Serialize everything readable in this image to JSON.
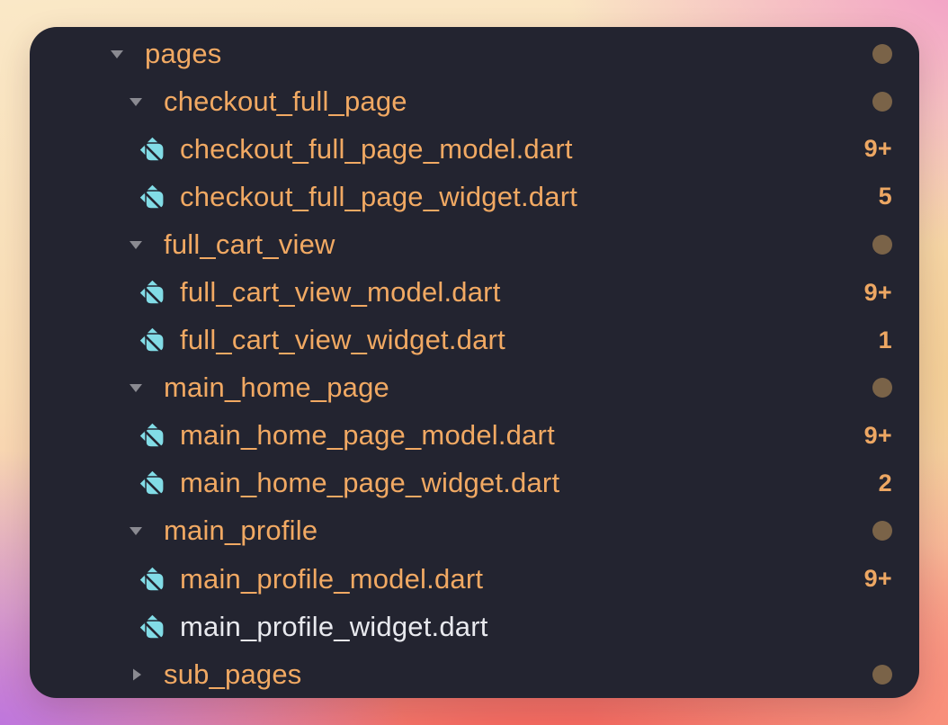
{
  "colors": {
    "panel_bg": "#232430",
    "folder_text": "#f1a963",
    "file_text_modified": "#f1a963",
    "file_text_plain": "#e8e9ee",
    "icon_teal": "#82dce6",
    "chevron": "#8a8a91",
    "dot_badge": "#7a6348",
    "count_badge": "#eda763",
    "bg_cream": "#fae8c7",
    "bg_peach": "#f9dcb4",
    "bg_pink": "#f2a0c7",
    "bg_gold": "#f3cf94",
    "bg_purple": "#b76fe6",
    "bg_red": "#f5544c",
    "bg_salmon": "#f9907a"
  },
  "tree": {
    "rows": [
      {
        "type": "folder",
        "level": 0,
        "label": "pages",
        "state": "expanded",
        "color": "orange",
        "badge": {
          "kind": "dot"
        }
      },
      {
        "type": "folder",
        "level": 1,
        "label": "checkout_full_page",
        "state": "expanded",
        "color": "orange",
        "badge": {
          "kind": "dot"
        }
      },
      {
        "type": "file",
        "level": 2,
        "label": "checkout_full_page_model.dart",
        "icon": "dart-icon",
        "color": "orange",
        "badge": {
          "kind": "count",
          "text": "9+"
        }
      },
      {
        "type": "file",
        "level": 2,
        "label": "checkout_full_page_widget.dart",
        "icon": "dart-icon",
        "color": "orange",
        "badge": {
          "kind": "count",
          "text": "5"
        }
      },
      {
        "type": "folder",
        "level": 1,
        "label": "full_cart_view",
        "state": "expanded",
        "color": "orange",
        "badge": {
          "kind": "dot"
        }
      },
      {
        "type": "file",
        "level": 2,
        "label": "full_cart_view_model.dart",
        "icon": "dart-icon",
        "color": "orange",
        "badge": {
          "kind": "count",
          "text": "9+"
        }
      },
      {
        "type": "file",
        "level": 2,
        "label": "full_cart_view_widget.dart",
        "icon": "dart-icon",
        "color": "orange",
        "badge": {
          "kind": "count",
          "text": "1"
        }
      },
      {
        "type": "folder",
        "level": 1,
        "label": "main_home_page",
        "state": "expanded",
        "color": "orange",
        "badge": {
          "kind": "dot"
        }
      },
      {
        "type": "file",
        "level": 2,
        "label": "main_home_page_model.dart",
        "icon": "dart-icon",
        "color": "orange",
        "badge": {
          "kind": "count",
          "text": "9+"
        }
      },
      {
        "type": "file",
        "level": 2,
        "label": "main_home_page_widget.dart",
        "icon": "dart-icon",
        "color": "orange",
        "badge": {
          "kind": "count",
          "text": "2"
        }
      },
      {
        "type": "folder",
        "level": 1,
        "label": "main_profile",
        "state": "expanded",
        "color": "orange",
        "badge": {
          "kind": "dot"
        }
      },
      {
        "type": "file",
        "level": 2,
        "label": "main_profile_model.dart",
        "icon": "dart-icon",
        "color": "orange",
        "badge": {
          "kind": "count",
          "text": "9+"
        }
      },
      {
        "type": "file",
        "level": 2,
        "label": "main_profile_widget.dart",
        "icon": "dart-icon",
        "color": "white",
        "badge": {
          "kind": "none"
        }
      },
      {
        "type": "folder",
        "level": 1,
        "label": "sub_pages",
        "state": "collapsed",
        "color": "orange",
        "badge": {
          "kind": "dot"
        }
      }
    ]
  }
}
